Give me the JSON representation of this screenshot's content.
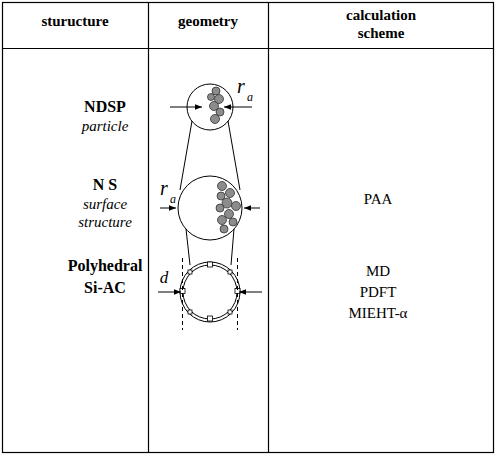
{
  "diagram": {
    "labels": [
      "sturucture",
      "geometry",
      "calculation scheme",
      "NDSP",
      "particle",
      "N S",
      "surface structure",
      "Polyhedral",
      "Si-AC",
      "r",
      "a",
      "r",
      "a",
      "d",
      "PAA",
      "MD",
      "PDFT",
      "MIEHT-α"
    ]
  }
}
